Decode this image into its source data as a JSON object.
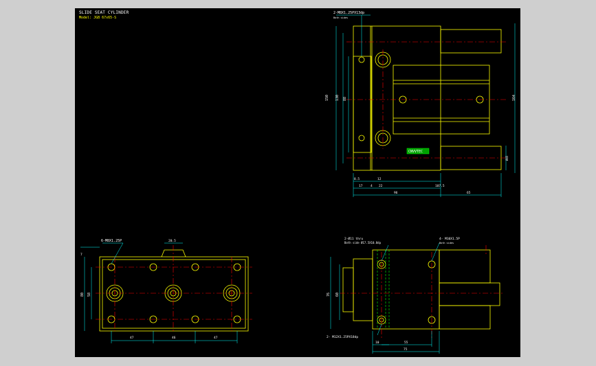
{
  "title": "SLIDE SEAT CYLINDER",
  "subtitle": "Model: JGB 67x65-S",
  "colors": {
    "outline": "#ffff00",
    "center": "#ff0000",
    "dim": "#00ffff",
    "hole": "#00ff00",
    "text": "#ffffff"
  },
  "top_view": {
    "callout_top": "2-M8X1.25PX13dp",
    "callout_top_sub": "Both sides",
    "label_badge": "CNVVTEC",
    "dims_v": [
      "150",
      "130",
      "88"
    ],
    "dim_right": "164",
    "dim_small": "Ø45",
    "dims_h_bottom": [
      "8.5",
      "17",
      "4",
      "22",
      "12",
      "107.5"
    ],
    "dims_h_total": [
      "96",
      "65"
    ]
  },
  "front_view": {
    "callout": "6-M8X1.25P",
    "dim_top": "20.5",
    "dim_left_small": "7",
    "dims_v": [
      "80",
      "58"
    ],
    "dims_h": [
      "47",
      "46",
      "47"
    ]
  },
  "side_view": {
    "callout_a": "2-Ø11 thru",
    "callout_a_sub": "Both side Ø17.5X10.8dp",
    "callout_b": "4- M10X1.5P",
    "callout_b_sub": "Both sides",
    "callout_c": "2- M12X1.25PX18dp",
    "dims_v": [
      "76",
      "60"
    ],
    "dims_h": [
      "10",
      "55",
      "75"
    ]
  }
}
